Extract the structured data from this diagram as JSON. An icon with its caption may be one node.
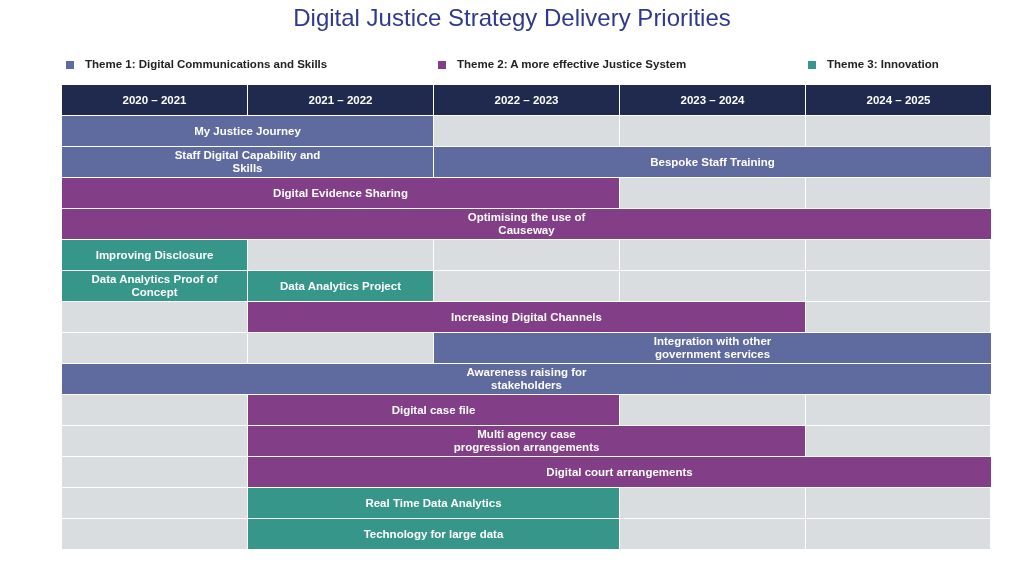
{
  "diagram": {
    "title": "Digital Justice Strategy Delivery Priorities",
    "nodes": [
      {
        "text": [
          "My Justice Journey"
        ]
      },
      {
        "text": [
          "Staff Digital Capability and Skills"
        ]
      },
      {
        "text": [
          "Bespoke Staff Training"
        ]
      },
      {
        "text": [
          "Digital Evidence Sharing"
        ]
      },
      {
        "text": [
          "Optimising the use of Causeway"
        ]
      },
      {
        "text": [
          "Improving Disclosure"
        ]
      },
      {
        "text": [
          "Data Analytics Proof of Concept"
        ]
      },
      {
        "text": [
          "Data Analytics Project"
        ]
      },
      {
        "text": [
          "Increasing Digital Channels"
        ]
      },
      {
        "text": [
          "Integration with other government services"
        ]
      },
      {
        "text": [
          "Awareness raising for stakeholders"
        ]
      },
      {
        "text": [
          "Digital case file"
        ]
      },
      {
        "text": [
          "Multi agency case progression arrangements"
        ]
      },
      {
        "text": [
          "Digital court arrangements"
        ]
      },
      {
        "text": [
          "Real Time Data Analytics"
        ]
      },
      {
        "text": [
          "Technology for large data"
        ]
      }
    ],
    "labels": [
      "2020 – 2021",
      "2021 – 2022",
      "2022 – 2023",
      "2023 – 2024",
      "2024 – 2025"
    ],
    "legend": [
      {
        "text": "Theme 1: Digital Communications and Skills",
        "color": "#5f6a9e"
      },
      {
        "text": "Theme 2: A more effective Justice System",
        "color": "#823e87"
      },
      {
        "text": "Theme 3: Innovation",
        "color": "#36968a"
      }
    ]
  }
}
